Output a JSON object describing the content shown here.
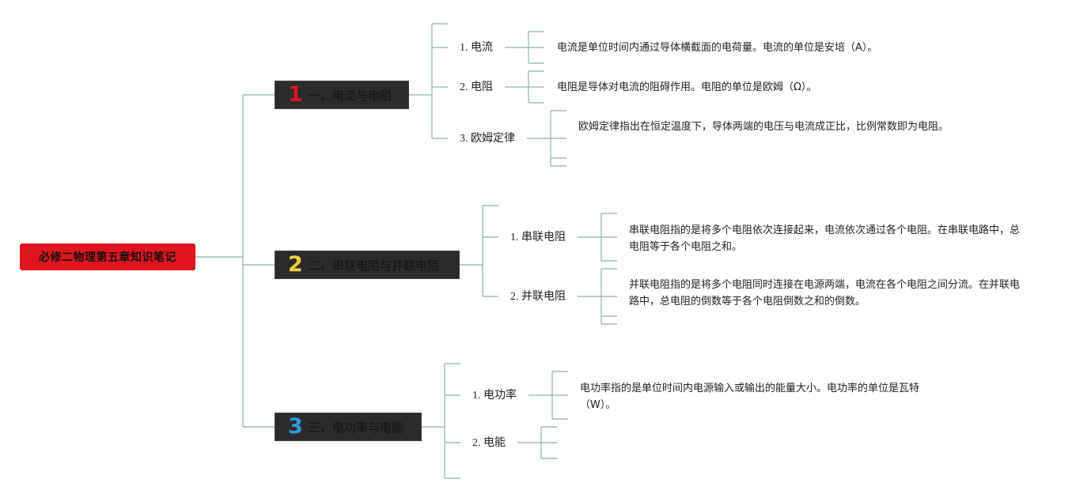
{
  "root": {
    "label": "必修二物理第五章知识笔记"
  },
  "colors": {
    "root_bg": "#e0141e",
    "section_bg": "#2b2b2b",
    "connector": "#8ab5a2",
    "num_1": "#e0141e",
    "num_2": "#f2d23a",
    "num_3": "#2a9de0"
  },
  "sections": [
    {
      "num": "1",
      "label": "一、电流与电阻",
      "topics": [
        {
          "label": "1. 电流",
          "note": "电流是单位时间内通过导体横截面的电荷量。电流的单位是安培（A）。"
        },
        {
          "label": "2. 电阻",
          "note": "电阻是导体对电流的阻碍作用。电阻的单位是欧姆（Ω）。"
        },
        {
          "label": "3. 欧姆定律",
          "note": "欧姆定律指出在恒定温度下，导体两端的电压与电流成正比，比例常数即为电阻。"
        }
      ]
    },
    {
      "num": "2",
      "label": "二、串联电阻与并联电阻",
      "topics": [
        {
          "label": "1. 串联电阻",
          "note": "串联电阻指的是将多个电阻依次连接起来，电流依次通过各个电阻。在串联电路中，总电阻等于各个电阻之和。"
        },
        {
          "label": "2. 并联电阻",
          "note": "并联电阻指的是将多个电阻同时连接在电源两端，电流在各个电阻之间分流。在并联电路中，总电阻的倒数等于各个电阻倒数之和的倒数。"
        }
      ]
    },
    {
      "num": "3",
      "label": "三、电功率与电能",
      "topics": [
        {
          "label": "1. 电功率",
          "note": "电功率指的是单位时间内电源输入或输出的能量大小。电功率的单位是瓦特（W）。"
        },
        {
          "label": "2. 电能",
          "note": ""
        }
      ]
    }
  ]
}
